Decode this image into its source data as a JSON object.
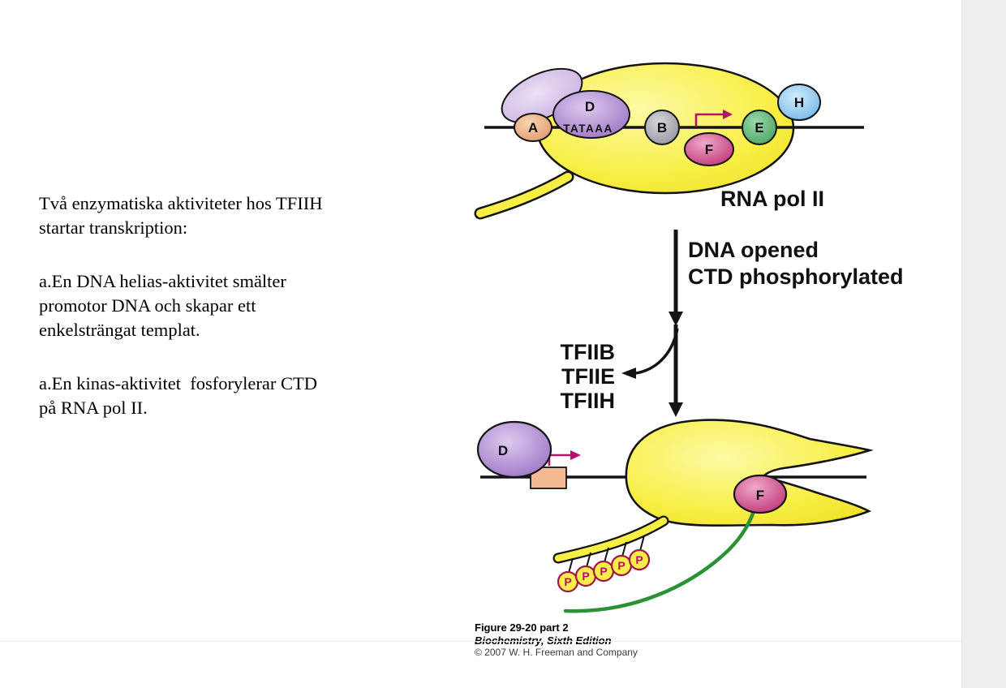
{
  "slide": {
    "background": "#ffffff",
    "right_strip_color": "#eef0f0"
  },
  "left_text": {
    "para1_lines": [
      "Två enzymatiska aktiviteter hos TFIIH",
      "startar transkription:"
    ],
    "para2_lines": [
      "a.En DNA helias-aktivitet smälter",
      "promotor DNA och skapar ett",
      "enkelsträngat templat."
    ],
    "para3_lines": [
      "a.En kinas-aktivitet  fosforylerar CTD",
      "på RNA pol II."
    ]
  },
  "diagram": {
    "top_complex": {
      "tfiia": "A",
      "tfiid": "D",
      "tata_box": "TATAAA",
      "tfiib": "B",
      "tfiif": "F",
      "tfiie": "E",
      "tfiih": "H",
      "polymerase_label": "RNA pol II"
    },
    "transition": {
      "step_line1": "DNA opened",
      "step_line2": "CTD phosphorylated",
      "released_factors": [
        "TFIIB",
        "TFIIE",
        "TFIIH"
      ]
    },
    "bottom_complex": {
      "tfiid": "D",
      "tfiif": "F",
      "phosphate": "P"
    },
    "caption": {
      "figure": "Figure 29-20 part 2",
      "book": "Biochemistry, Sixth Edition",
      "copyright": "© 2007 W. H. Freeman and Company"
    },
    "colors": {
      "dna": "#141414",
      "polymerase_yellow": "#f6e93c",
      "tfiid_purple": "#a07cc8",
      "tfiif_magenta": "#c2307c",
      "tfiie_green": "#43a35e",
      "tfiih_blue": "#6fb5e8",
      "tfiib_gray": "#909098",
      "tfiia_orange": "#e09468",
      "promoter_arrow": "#b5106b",
      "rna_green": "#2a9235"
    }
  }
}
